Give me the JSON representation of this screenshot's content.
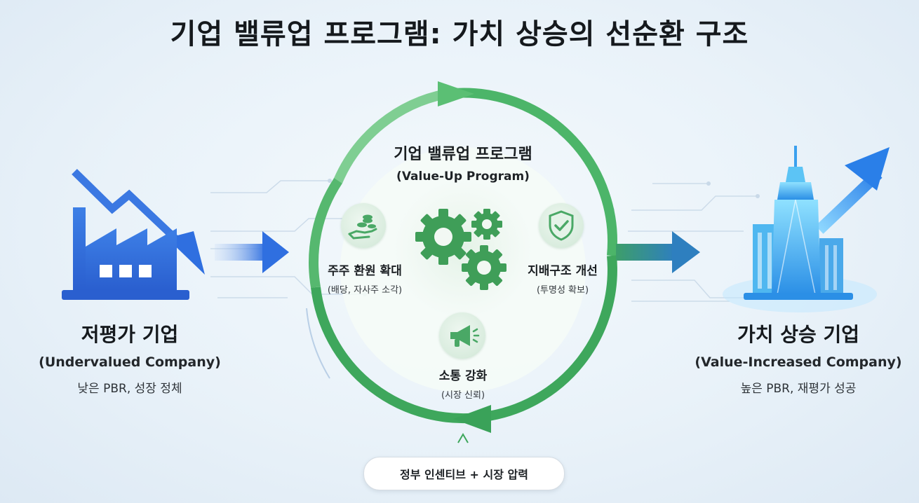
{
  "title": "기업 밸류업 프로그램: 가치 상승의 선순환 구조",
  "left": {
    "title": "저평가 기업",
    "english": "(Undervalued Company)",
    "description": "낮은 PBR, 성장 정체",
    "icon": "factory-declining-icon"
  },
  "center": {
    "title": "기업 밸류업 프로그램",
    "english": "(Value-Up Program)",
    "core_icon": "gears-icon",
    "pillars": [
      {
        "label": "주주 환원 확대",
        "sub": "(배당, 자사주 소각)",
        "icon": "coins-hand-icon"
      },
      {
        "label": "지배구조 개선",
        "sub": "(투명성 확보)",
        "icon": "shield-check-icon"
      },
      {
        "label": "소통 강화",
        "sub": "(시장 신뢰)",
        "icon": "megaphone-icon"
      }
    ]
  },
  "right": {
    "title": "가치 상승 기업",
    "english": "(Value-Increased Company)",
    "description": "높은 PBR, 재평가 성공",
    "icon": "skyscraper-rising-icon"
  },
  "footer": {
    "label": "정부 인센티브 + 시장 압력"
  },
  "colors": {
    "green": "#3eab5f",
    "green_light": "#7fce92",
    "blue": "#2f6fe0",
    "cyan": "#3cb8ee",
    "background": "#eaf2f9"
  }
}
